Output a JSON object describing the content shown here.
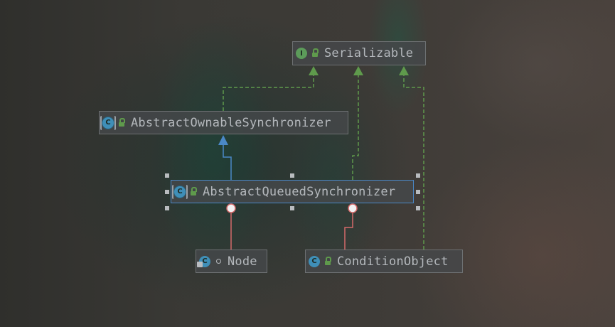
{
  "diagram": {
    "nodes": {
      "serializable": {
        "name": "Serializable",
        "kind": "interface",
        "kind_letter": "I",
        "visibility": "public"
      },
      "aos": {
        "name": "AbstractOwnableSynchronizer",
        "kind": "abstract-class",
        "kind_letter": "C",
        "visibility": "public"
      },
      "aqs": {
        "name": "AbstractQueuedSynchronizer",
        "kind": "abstract-class",
        "kind_letter": "C",
        "visibility": "public",
        "selected": true
      },
      "node": {
        "name": "Node",
        "kind": "nested-class",
        "kind_letter": "C",
        "visibility": "package-private"
      },
      "condition": {
        "name": "ConditionObject",
        "kind": "class",
        "kind_letter": "C",
        "visibility": "public"
      }
    },
    "relations": [
      {
        "from": "aos",
        "to": "serializable",
        "type": "implements"
      },
      {
        "from": "aqs",
        "to": "serializable",
        "type": "implements"
      },
      {
        "from": "condition",
        "to": "serializable",
        "type": "implements"
      },
      {
        "from": "aqs",
        "to": "aos",
        "type": "extends"
      },
      {
        "from": "node",
        "to": "aqs",
        "type": "inner-class"
      },
      {
        "from": "condition",
        "to": "aqs",
        "type": "inner-class"
      }
    ],
    "colors": {
      "implements": "#5f9a4c",
      "extends": "#4a88c7",
      "inner": "#d46a6a",
      "selection": "#4a88c7"
    },
    "icons": {
      "interface": "interface-icon",
      "class": "class-icon",
      "abstract": "abstract-class-icon",
      "public": "lock-icon",
      "package": "package-private-dot-icon"
    }
  }
}
